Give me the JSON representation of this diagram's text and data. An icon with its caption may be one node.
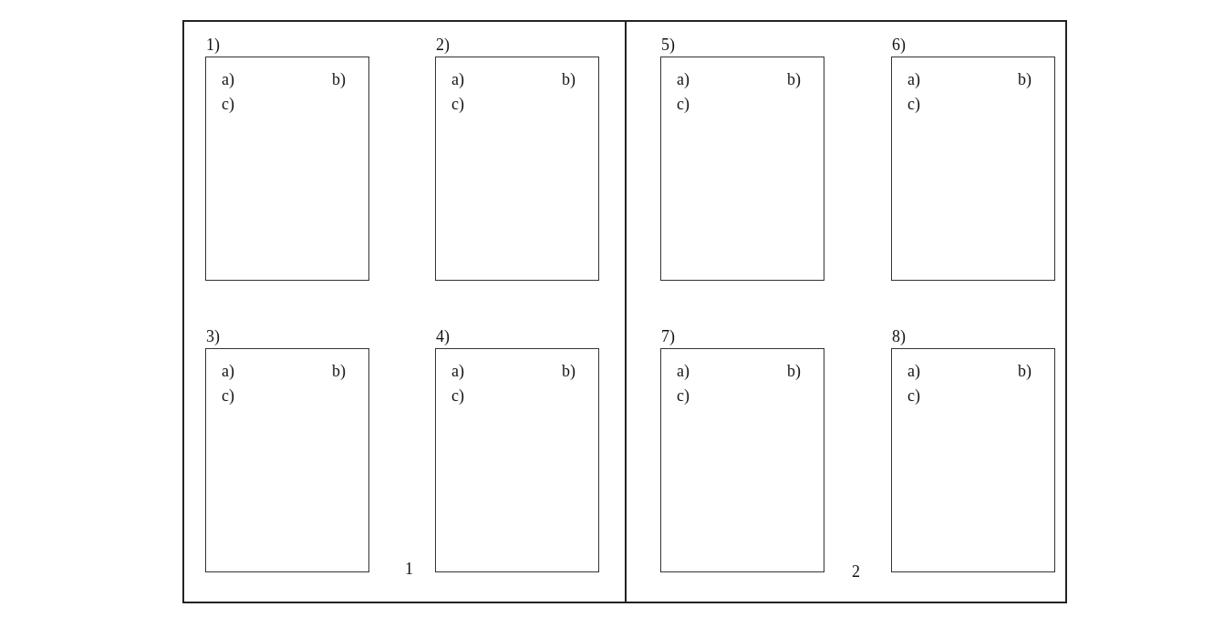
{
  "diagram": {
    "nodes": [
      {
        "text": [
          "1"
        ]
      },
      {
        "text": [
          "1)",
          "a)",
          "b)",
          "c)"
        ],
        "in": 0
      },
      {
        "text": [
          "2)",
          "a)",
          "b)",
          "c)"
        ],
        "in": 0
      },
      {
        "text": [
          "3)",
          "a)",
          "b)",
          "c)"
        ],
        "in": 0
      },
      {
        "text": [
          "4)",
          "a)",
          "b)",
          "c)"
        ],
        "in": 0
      },
      {
        "text": [
          "2"
        ]
      },
      {
        "text": [
          "5)",
          "a)",
          "b)",
          "c)"
        ],
        "in": 5
      },
      {
        "text": [
          "6)",
          "a)",
          "b)",
          "c)"
        ],
        "in": 5
      },
      {
        "text": [
          "7)",
          "a)",
          "b)",
          "c)"
        ],
        "in": 5
      },
      {
        "text": [
          "8)",
          "a)",
          "b)",
          "c)"
        ],
        "in": 5
      }
    ]
  }
}
